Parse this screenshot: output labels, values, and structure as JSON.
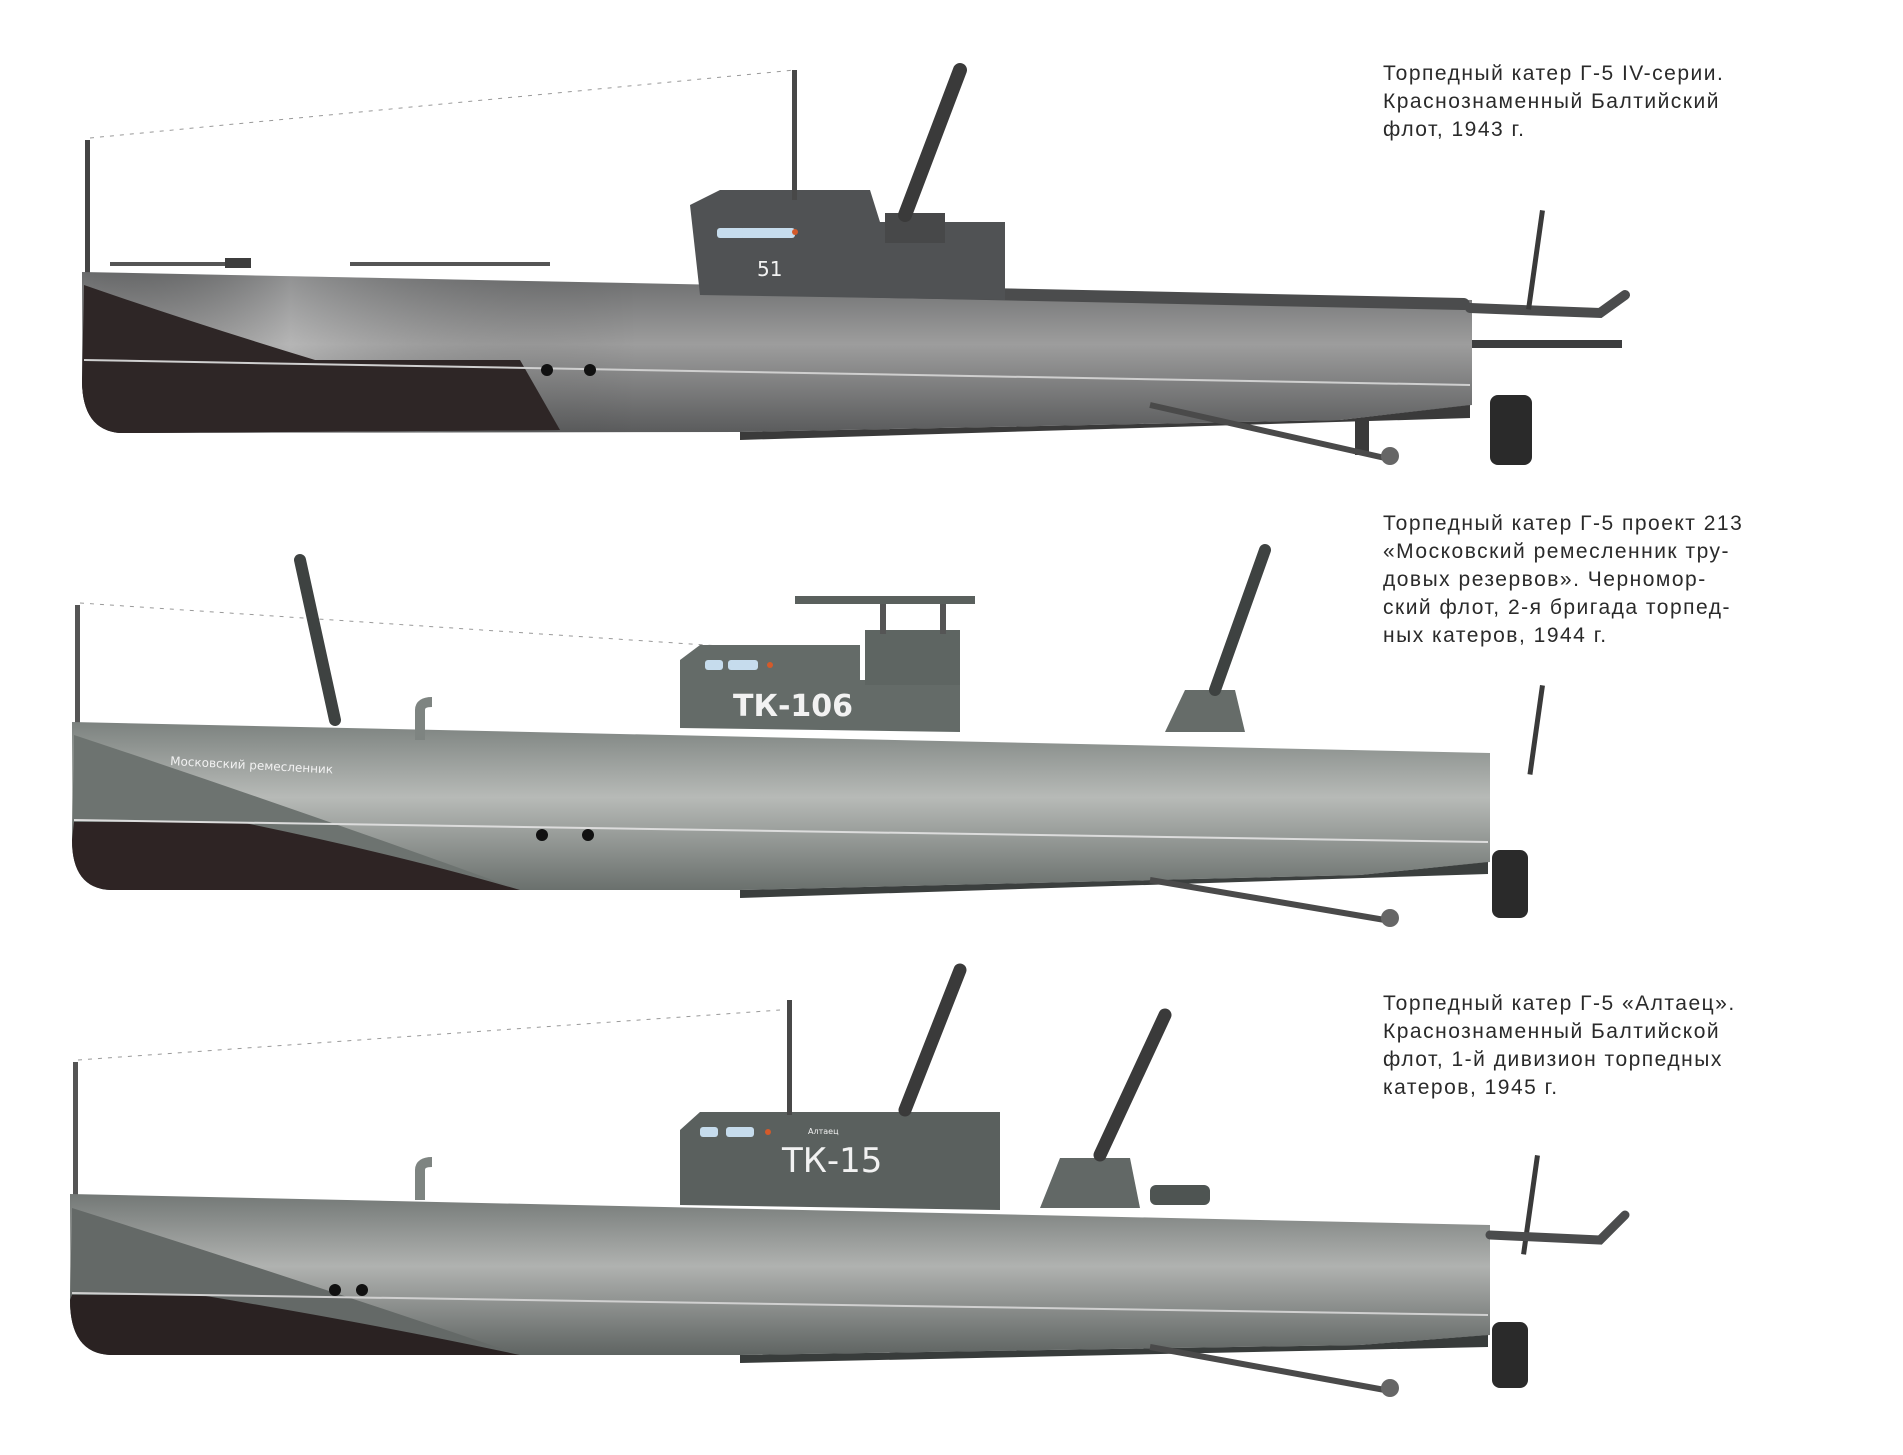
{
  "plates": [
    {
      "caption_lines": [
        "Торпедный катер Г-5 IV-серии.",
        "Краснознаменный Балтийский",
        "флот, 1943 г."
      ],
      "hull_number": "51",
      "hull_name": "",
      "colors": {
        "hull": "#5e5f60",
        "hull_light": "#9a9a9a",
        "bottom": "#2e2626",
        "house": "#505254"
      }
    },
    {
      "caption_lines": [
        "Торпедный катер Г-5 проект 213",
        "«Московский ремесленник тру-",
        "довых резервов». Черномор-",
        "ский флот, 2-я бригада торпед-",
        "ных катеров, 1944 г."
      ],
      "hull_number": "ТК-106",
      "hull_name": "Московский ремесленник",
      "colors": {
        "hull": "#6f7672",
        "hull_light": "#b8bbb8",
        "bottom": "#2e2424",
        "house": "#646b68"
      }
    },
    {
      "caption_lines": [
        "Торпедный катер Г-5 «Алтаец».",
        "Краснознаменный Балтийской",
        "флот, 1-й дивизион торпедных",
        "катеров, 1945 г."
      ],
      "hull_number": "ТК-15",
      "hull_name": "Алтаец",
      "colors": {
        "hull": "#656a68",
        "hull_light": "#b0b2b0",
        "bottom": "#2a2222",
        "house": "#5a605e"
      }
    }
  ]
}
